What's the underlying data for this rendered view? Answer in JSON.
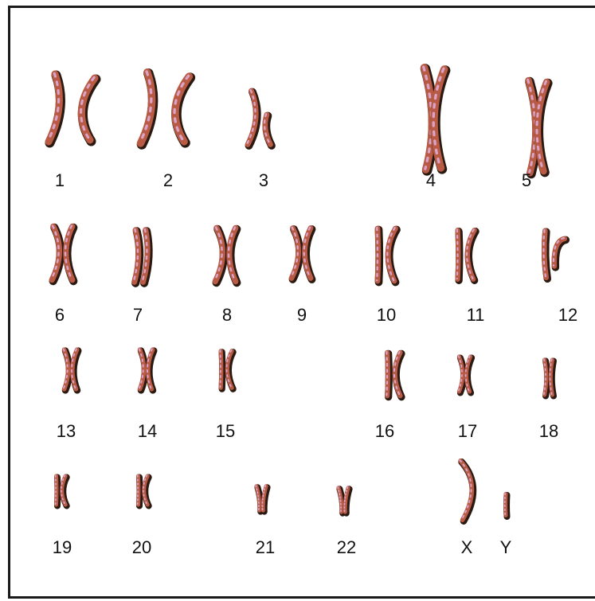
{
  "colors": {
    "chromosome_body": "#b85a44",
    "chromosome_shadow": "#2a1a12",
    "chromosome_highlight": "#d9a4c8",
    "frame": "#1a1a1a",
    "label": "#111111"
  },
  "chromosomes": [
    {
      "label": "1",
      "shape": "x-wide"
    },
    {
      "label": "2",
      "shape": "x-wide"
    },
    {
      "label": "3",
      "shape": "x-narrow"
    },
    {
      "label": "4",
      "shape": "x-tall"
    },
    {
      "label": "5",
      "shape": "x-tall"
    },
    {
      "label": "6",
      "shape": "x-med"
    },
    {
      "label": "7",
      "shape": "pair-parallel"
    },
    {
      "label": "8",
      "shape": "x-med"
    },
    {
      "label": "9",
      "shape": "x-med"
    },
    {
      "label": "10",
      "shape": "k-shape"
    },
    {
      "label": "11",
      "shape": "k-shape"
    },
    {
      "label": "12",
      "shape": "pair-split"
    },
    {
      "label": "13",
      "shape": "x-small"
    },
    {
      "label": "14",
      "shape": "x-small"
    },
    {
      "label": "15",
      "shape": "k-small"
    },
    {
      "label": "16",
      "shape": "k-small"
    },
    {
      "label": "17",
      "shape": "x-small"
    },
    {
      "label": "18",
      "shape": "x-tiny"
    },
    {
      "label": "19",
      "shape": "k-tiny"
    },
    {
      "label": "20",
      "shape": "k-tiny"
    },
    {
      "label": "21",
      "shape": "v-tiny"
    },
    {
      "label": "22",
      "shape": "v-tiny"
    },
    {
      "label": "X",
      "shape": "arc"
    },
    {
      "label": "Y",
      "shape": "rod"
    }
  ]
}
